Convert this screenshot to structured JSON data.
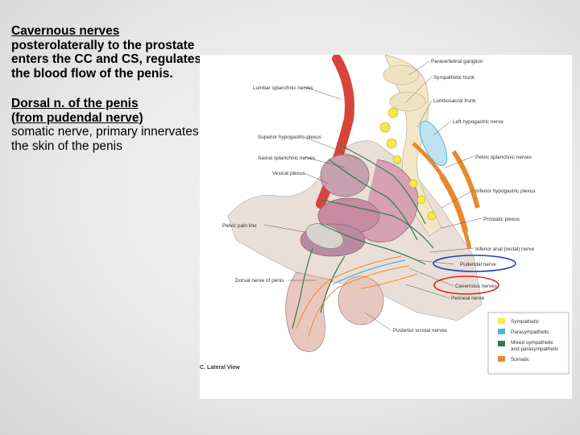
{
  "slide": {
    "para1": {
      "term": "Cavernous nerves",
      "text": "posterolaterally to the prostate enters the CC and CS, regulates the blood flow of the penis."
    },
    "para2": {
      "term_line1": "Dorsal n. of the penis",
      "term_line2": "(from pudendal nerve)",
      "text": "somatic nerve, primary innervates the skin of the penis"
    }
  },
  "figure": {
    "caption": "C. Lateral View",
    "labels": {
      "paravertebral_ganglion": "Paravertebral ganglion",
      "sympathetic_trunk": "Sympathetic trunk",
      "lumbar_splanchnic": "Lumbar splanchnic nerves",
      "lumbosacral_trunk": "Lumbosacral trunk",
      "left_hypogastric": "Left hypogastric nerve",
      "superior_hypogastric": "Superior hypogastric plexus",
      "sacral_splanchnic": "Sacral splanchnic nerves",
      "pelvic_splanchnic": "Pelvic splanchnic nerves",
      "vesical_plexus": "Vesical plexus",
      "inferior_hypogastric": "Inferior hypogastric plexus",
      "prostatic_plexus": "Prostatic plexus",
      "pelvic_pain_line": "Pelvic pain line",
      "inferior_anal": "Inferior anal (rectal) nerve",
      "pudendal": "Pudendal nerve",
      "dorsal_nerve_penis": "Dorsal nerve of penis",
      "cavernous": "Cavernous nerves",
      "perineal": "Perineal nerve",
      "posterior_scrotal": "Posterior scrotal nerves"
    },
    "legend": [
      {
        "label": "Sympathetic",
        "color": "#f5e84a"
      },
      {
        "label": "Parasympathetic",
        "color": "#4fb3e0"
      },
      {
        "label": "Mixed sympathetic",
        "label2": "and parasympathetic",
        "color": "#2f7d4f"
      },
      {
        "label": "Somatic",
        "color": "#e8892e"
      }
    ],
    "highlights": {
      "pudendal_circle_color": "#1f3fbf",
      "cavernous_circle_color": "#e02020"
    }
  }
}
